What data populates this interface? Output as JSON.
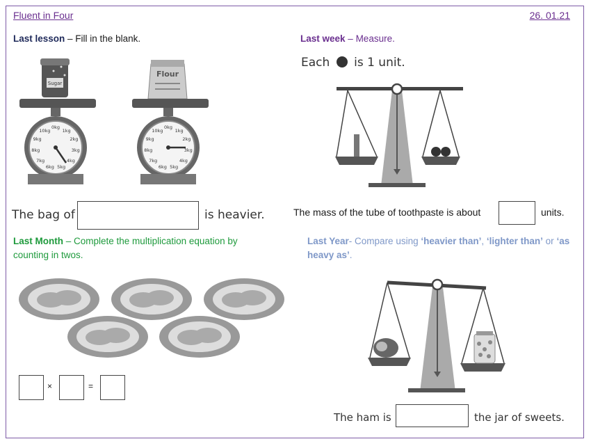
{
  "header": {
    "title": "Fluent in Four",
    "date": "26. 01.21"
  },
  "q1": {
    "heading": "Last lesson",
    "dash": " – ",
    "instruction": "Fill in the blank.",
    "jar_label": "Sugar",
    "bag_label": "Flour",
    "dial_labels": [
      "0kg",
      "1kg",
      "2kg",
      "3kg",
      "4kg",
      "5kg",
      "6kg",
      "7kg",
      "8kg",
      "9kg",
      "10kg"
    ],
    "sentence_before": "The bag of",
    "sentence_after": "is heavier."
  },
  "q2": {
    "heading": "Last week",
    "dash": " – ",
    "instruction": "Measure.",
    "unit_before": "Each",
    "unit_after": "is 1 unit.",
    "sentence_before": "The mass of the tube of toothpaste is about",
    "sentence_after": "units."
  },
  "q3": {
    "heading": "Last Month",
    "dash": " – ",
    "instruction": "Complete the multiplication equation by counting in twos.",
    "times": "×",
    "equals": "="
  },
  "q4": {
    "heading": "Last Year",
    "dash": "- ",
    "instruction_start": "Compare using ",
    "term1": "‘heavier than’",
    "comma": ", ",
    "term2": "‘lighter than’",
    "or": " or ",
    "term3": "‘as heavy as’",
    "period": ".",
    "sentence_before": "The ham is",
    "sentence_after": "the jar of sweets."
  },
  "colors": {
    "purple": "#6a2f8f",
    "navy": "#1f2a5a",
    "green": "#1e9a3c",
    "light_blue": "#7f98c8"
  }
}
